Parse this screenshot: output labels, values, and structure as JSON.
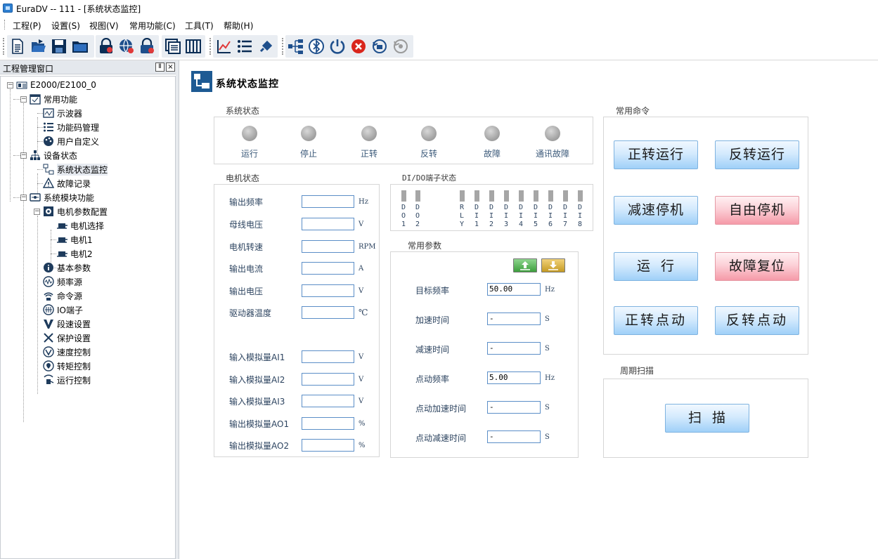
{
  "window": {
    "title": "EuraDV -- 111 - [系统状态监控]"
  },
  "menu": [
    "工程(P)",
    "设置(S)",
    "视图(V)",
    "常用功能(C)",
    "工具(T)",
    "帮助(H)"
  ],
  "toolbar_icons": [
    "new-file-icon",
    "open-folder-icon",
    "save-icon",
    "folder-icon",
    "lock-settings-icon",
    "globe-settings-icon",
    "lock-gear-icon",
    "window-list-icon",
    "column-view-icon",
    "chart-icon",
    "list-icon",
    "plug-icon",
    "network-icon",
    "bluetooth-icon",
    "power-icon",
    "stop-icon",
    "reset-icon",
    "refresh-icon"
  ],
  "left_panel": {
    "title": "工程管理窗口",
    "pin": "Ⅱ",
    "close": "×",
    "tree": {
      "root": "E2000/E2100_0",
      "common": "常用功能",
      "oscilloscope": "示波器",
      "function_code": "功能码管理",
      "user_defined": "用户自定义",
      "device_status": "设备状态",
      "system_monitor": "系统状态监控",
      "fault_record": "故障记录",
      "system_module": "系统模块功能",
      "motor_param": "电机参数配置",
      "motor_select": "电机选择",
      "motor1": "电机1",
      "motor2": "电机2",
      "basic_param": "基本参数",
      "freq_source": "频率源",
      "cmd_source": "命令源",
      "io_terminal": "IO端子",
      "speed_segment": "段速设置",
      "protection": "保护设置",
      "speed_control": "速度控制",
      "torque_control": "转矩控制",
      "run_control": "运行控制"
    }
  },
  "page": {
    "title": "系统状态监控"
  },
  "system_status": {
    "title": "系统状态",
    "leds": [
      "运行",
      "停止",
      "正转",
      "反转",
      "故障",
      "通讯故障"
    ]
  },
  "motor_status": {
    "title": "电机状态",
    "fields": [
      {
        "label": "输出频率",
        "value": "",
        "unit": "Hz"
      },
      {
        "label": "母线电压",
        "value": "",
        "unit": "V"
      },
      {
        "label": "电机转速",
        "value": "",
        "unit": "RPM"
      },
      {
        "label": "输出电流",
        "value": "",
        "unit": "A"
      },
      {
        "label": "输出电压",
        "value": "",
        "unit": "V"
      },
      {
        "label": "驱动器温度",
        "value": "",
        "unit": "℃"
      },
      {
        "label": "输入模拟量AI1",
        "value": "",
        "unit": "V"
      },
      {
        "label": "输入模拟量AI2",
        "value": "",
        "unit": "V"
      },
      {
        "label": "输入模拟量AI3",
        "value": "",
        "unit": "V"
      },
      {
        "label": "输出模拟量AO1",
        "value": "",
        "unit": "%"
      },
      {
        "label": "输出模拟量AO2",
        "value": "",
        "unit": "%"
      }
    ]
  },
  "dio": {
    "title": "DI/DO端子状态",
    "terminals": [
      {
        "c1": "D",
        "c2": "O",
        "c3": "1"
      },
      {
        "c1": "D",
        "c2": "O",
        "c3": "2"
      },
      {
        "c1": "R",
        "c2": "L",
        "c3": "Y"
      },
      {
        "c1": "D",
        "c2": "I",
        "c3": "1"
      },
      {
        "c1": "D",
        "c2": "I",
        "c3": "2"
      },
      {
        "c1": "D",
        "c2": "I",
        "c3": "3"
      },
      {
        "c1": "D",
        "c2": "I",
        "c3": "4"
      },
      {
        "c1": "D",
        "c2": "I",
        "c3": "5"
      },
      {
        "c1": "D",
        "c2": "I",
        "c3": "6"
      },
      {
        "c1": "D",
        "c2": "I",
        "c3": "7"
      },
      {
        "c1": "D",
        "c2": "I",
        "c3": "8"
      }
    ]
  },
  "common_params": {
    "title": "常用参数",
    "fields": [
      {
        "label": "目标频率",
        "value": "50.00",
        "unit": "Hz"
      },
      {
        "label": "加速时间",
        "value": "-",
        "unit": "S"
      },
      {
        "label": "减速时间",
        "value": "-",
        "unit": "S"
      },
      {
        "label": "点动频率",
        "value": "5.00",
        "unit": "Hz"
      },
      {
        "label": "点动加速时间",
        "value": "-",
        "unit": "S"
      },
      {
        "label": "点动减速时间",
        "value": "-",
        "unit": "S"
      }
    ]
  },
  "commands": {
    "title": "常用命令",
    "forward_run": "正转运行",
    "reverse_run": "反转运行",
    "decel_stop": "减速停机",
    "free_stop": "自由停机",
    "run": "运  行",
    "fault_reset": "故障复位",
    "forward_jog": "正转点动",
    "reverse_jog": "反转点动"
  },
  "scan": {
    "title": "周期扫描",
    "button": "扫  描"
  }
}
